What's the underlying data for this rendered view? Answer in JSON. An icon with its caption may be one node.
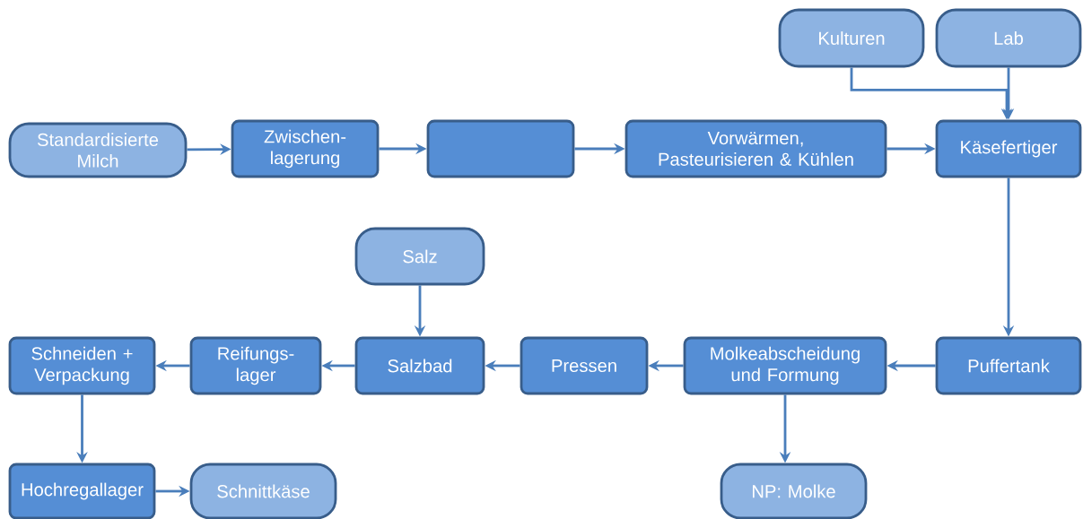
{
  "diagram": {
    "nodes": [
      {
        "text": [
          "Kulturen"
        ]
      },
      {
        "text": [
          "Lab"
        ]
      },
      {
        "text": [
          "Standardisierte Milch"
        ]
      },
      {
        "text": [
          "Zwischen- lagerung"
        ]
      },
      {
        "text": [],
        "shape": "box"
      },
      {
        "text": [
          "Vorwärmen, Pasteurisieren & Kühlen"
        ]
      },
      {
        "text": [
          "Käsefertiger"
        ]
      },
      {
        "text": [
          "Salz"
        ]
      },
      {
        "text": [
          "Schneiden + Verpackung"
        ]
      },
      {
        "text": [
          "Reifungs- lager"
        ]
      },
      {
        "text": [
          "Salzbad"
        ]
      },
      {
        "text": [
          "Pressen"
        ]
      },
      {
        "text": [
          "Molkeabscheidung und Formung"
        ]
      },
      {
        "text": [
          "Puffertank"
        ]
      },
      {
        "text": [
          "Hochregallager"
        ]
      },
      {
        "text": [
          "Schnittkäse"
        ]
      },
      {
        "text": [
          "NP: Molke"
        ]
      }
    ],
    "edges": [
      {
        "from": 2,
        "to": 3,
        "arrow": "to"
      },
      {
        "from": 3,
        "to": 4,
        "arrow": "to"
      },
      {
        "from": 4,
        "to": 5,
        "arrow": "to"
      },
      {
        "from": 5,
        "to": 6,
        "arrow": "to"
      },
      {
        "from": 0,
        "to": 6,
        "arrow": "to"
      },
      {
        "from": 1,
        "to": 6,
        "arrow": "to"
      },
      {
        "from": 6,
        "to": 13,
        "arrow": "to"
      },
      {
        "from": 13,
        "to": 12,
        "arrow": "to"
      },
      {
        "from": 12,
        "to": 11,
        "arrow": "to"
      },
      {
        "from": 11,
        "to": 10,
        "arrow": "to"
      },
      {
        "from": 10,
        "to": 9,
        "arrow": "to"
      },
      {
        "from": 9,
        "to": 8,
        "arrow": "to"
      },
      {
        "from": 7,
        "to": 10,
        "arrow": "to"
      },
      {
        "from": 8,
        "to": 14,
        "arrow": "to"
      },
      {
        "from": 14,
        "to": 15,
        "arrow": "to"
      },
      {
        "from": 12,
        "to": 16,
        "arrow": "to"
      }
    ]
  }
}
